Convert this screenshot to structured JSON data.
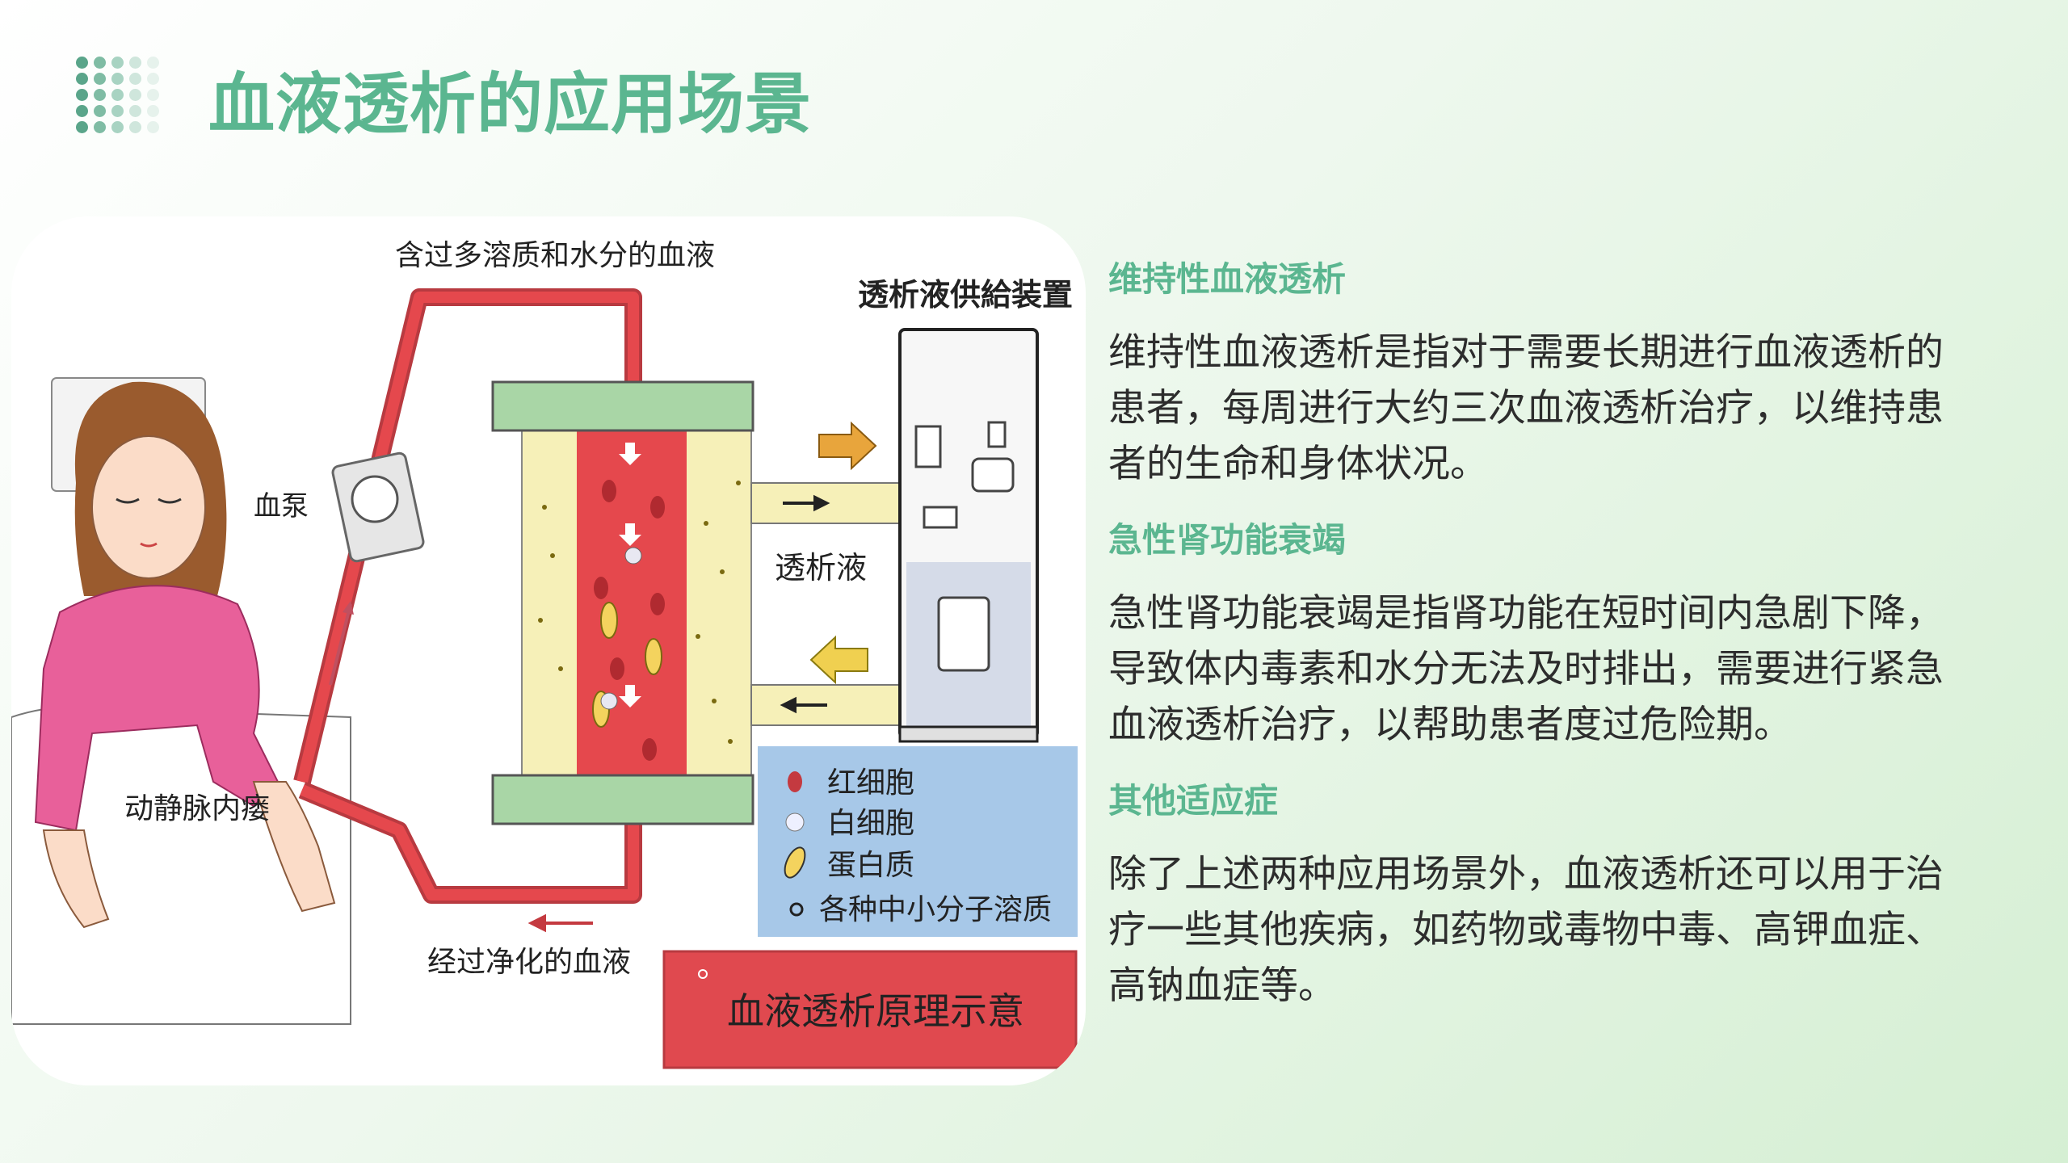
{
  "header": {
    "title": "血液透析的应用场景"
  },
  "figure": {
    "labels": {
      "top_blood": "含过多溶质和水分的血液",
      "dialysate_supply": "透析液供給装置",
      "pump": "血泵",
      "dialysate": "透析液",
      "fistula": "动静脉内瘘",
      "bottom_blood": "经过净化的血液",
      "caption": "血液透析原理示意"
    },
    "legend": [
      "红细胞",
      "白细胞",
      "蛋白质",
      "各种中小分子溶质"
    ]
  },
  "sections": [
    {
      "title": "维持性血液透析",
      "body": "维持性血液透析是指对于需要长期进行血液透析的患者，每周进行大约三次血液透析治疗，以维持患者的生命和身体状况。"
    },
    {
      "title": "急性肾功能衰竭",
      "body": "急性肾功能衰竭是指肾功能在短时间内急剧下降，导致体内毒素和水分无法及时排出，需要进行紧急血液透析治疗，以帮助患者度过危险期。"
    },
    {
      "title": "其他适应症",
      "body": "除了上述两种应用场景外，血液透析还可以用于治疗一些其他疾病，如药物或毒物中毒、高钾血症、高钠血症等。"
    }
  ],
  "colors": {
    "accent": "#5bb690",
    "blood": "#e5484d",
    "dialysate": "#f6f0b8",
    "caption_bg": "#e0494f",
    "legend_bg": "#a7c8e8"
  }
}
